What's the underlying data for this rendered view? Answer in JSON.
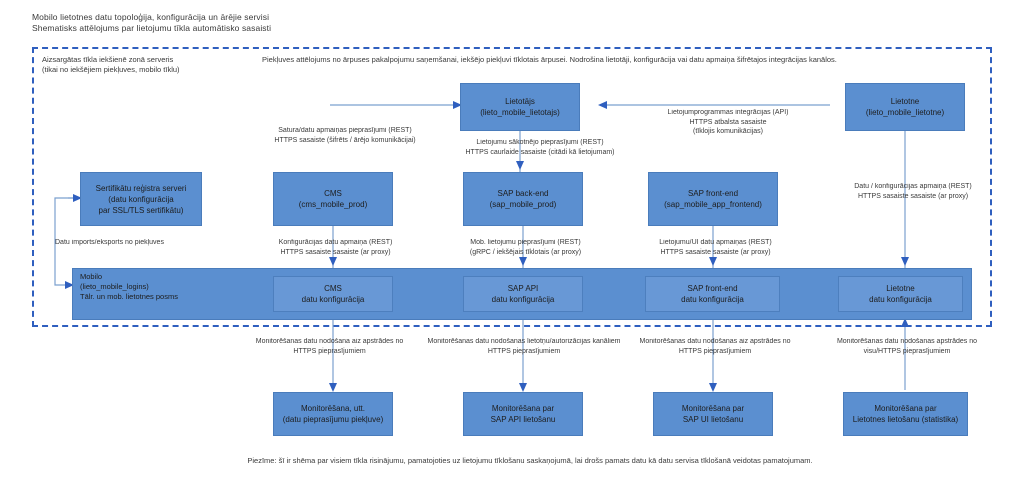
{
  "title": {
    "line1": "Mobilo lietotnes datu topoloģija, konfigurācija un ārējie servisi",
    "line2": "Shematisks attēlojums par lietojumu tīkla automātisko sasaisti"
  },
  "boundary": {
    "note_left_line1": "Aizsargātas tīkla iekšienē zonā serveris",
    "note_left_line2": "(tikai no iekšējiem piekļuves, mobilo tīklu)",
    "note_right_line1": "Piekļuves attēlojums no ārpuses pakalpojumu saņemšanai, iekšējo piekļuvi tīklotais ārpusei. Nodrošina lietotāji, konfigurācija vai datu apmaiņa šifrētajos integrācijas kanālos.",
    "color": "#2f5fbf"
  },
  "nodes": {
    "user_mobile": {
      "line1": "Lietotājs",
      "line2": "(lieto_mobile_lietotajs)"
    },
    "service_right": {
      "line1": "Lietotne",
      "line2": "(lieto_mobile_lietotne)"
    },
    "cert_store": {
      "line1": "Sertifikātu reģistra serveri",
      "line2": "(datu konfigurācija",
      "line3": "par SSL/TLS sertifikātu)"
    },
    "cms": {
      "line1": "CMS",
      "line2": "(cms_mobile_prod)"
    },
    "sap_backend": {
      "line1": "SAP back-end",
      "line2": "(sap_mobile_prod)"
    },
    "sap_frontend": {
      "line1": "SAP front-end",
      "line2": "(sap_mobile_app_frontend)"
    }
  },
  "band": {
    "label_line1": "Mobilo",
    "label_line2": "(lieto_mobile_logins)",
    "label_line3": "Tālr. un mob. lietotnes posms",
    "items": [
      {
        "line1": "CMS",
        "line2": "datu konfigurācija"
      },
      {
        "line1": "SAP API",
        "line2": "datu konfigurācija"
      },
      {
        "line1": "SAP front-end",
        "line2": "datu konfigurācija"
      },
      {
        "line1": "Lietotne",
        "line2": "datu konfigurācija"
      }
    ]
  },
  "bottom_nodes": [
    {
      "line1": "Monitorēšana, utt.",
      "line2": "(datu pieprasījumu piekļuve)"
    },
    {
      "line1": "Monitorēšana par",
      "line2": "SAP API lietošanu"
    },
    {
      "line1": "Monitorēšana par",
      "line2": "SAP UI lietošanu"
    },
    {
      "line1": "Monitorēšana par",
      "line2": "Lietotnes lietošanu (statistika)"
    }
  ],
  "edge_labels": {
    "cms_to_user": {
      "line1": "Satura/datu apmaiņas pieprasījumi (REST)",
      "line2": "HTTPS sasaiste (šifrēts / ārējo komunikācijai)"
    },
    "sap_to_user": {
      "line1": "Lietojumu sākotnējo pieprasījumi (REST)",
      "line2": "HTTPS caurlaide sasaiste (citādi kā lietojumam)"
    },
    "right_to_user": {
      "line1": "Lietojumprogrammas integrācijas (API)",
      "line2": "HTTPS atbalsta sasaiste",
      "line3": "(tīklojis komunikācijas)"
    },
    "right_vertical": {
      "line1": "Datu / konfigurācijas apmaiņa (REST)",
      "line2": "HTTPS sasaiste sasaiste (ar proxy)"
    },
    "cms_down": {
      "line1": "Konfigurācijas datu apmaiņa (REST)",
      "line2": "HTTPS sasaiste sasaiste (ar proxy)"
    },
    "sap_api_down": {
      "line1": "Mob. lietojumu pieprasījumi (REST)",
      "line2": "(gRPC / iekšējais tīklotais (ar proxy)"
    },
    "sap_ui_down": {
      "line1": "Lietojumu/UI datu apmaiņas (REST)",
      "line2": "HTTPS sasaiste sasaiste (ar proxy)"
    },
    "cert_import": {
      "line1": "Datu imports/eksports no piekļuves"
    },
    "bottom_1": {
      "line1": "Monitorēšanas datu nodošana aiz apstrādes no",
      "line2": "HTTPS pieprasījumiem"
    },
    "bottom_2": {
      "line1": "Monitorēšanas datu nodošanas lietotņu/autorizācijas kanāliem",
      "line2": "HTTPS pieprasījumiem"
    },
    "bottom_3": {
      "line1": "Monitorēšanas datu nodošanas aiz apstrādes no",
      "line2": "HTTPS pieprasījumiem"
    },
    "bottom_4": {
      "line1": "Monitorēšanas datu nodošanas apstrādes no",
      "line2": "visu/HTTPS pieprasījumiem"
    }
  },
  "footer": {
    "text": "Piezīme: šī ir shēma par visiem tīkla risinājumu, pamatojoties uz lietojumu tīklošanu saskaņojumā, lai drošs pamats datu kā datu servisa tīklošanā veidotas pamatojumam."
  },
  "colors": {
    "node_fill": "#5b8fd0",
    "node_stroke": "#4a7cbb",
    "band_fill": "#5b8fd0",
    "band_node_fill": "#6898d6",
    "boundary": "#2f5fbf",
    "wire": "#7ba0cf",
    "text": "#3a3a3a",
    "background": "#ffffff"
  }
}
